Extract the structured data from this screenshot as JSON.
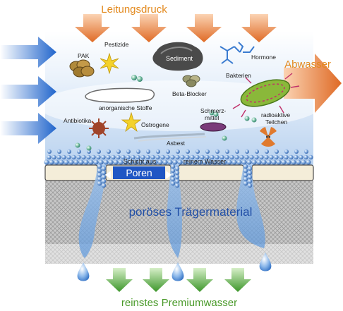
{
  "diagram": {
    "title_top": "Leitungsdruck",
    "side_label": "Abwasser",
    "bottom_label": "reinstes Premiumwasser",
    "support_label": "poröses Trägermaterial",
    "pores_label": "Poren",
    "layer_label": {
      "line1_left": "Schicht aus",
      "line1_right": "reinem Wasser"
    },
    "contaminants": {
      "pak": "PAK",
      "pestizide": "Pestizide",
      "sediment": "Sediment",
      "hormone": "Hormone",
      "bakterien": "Bakterien",
      "anorganische": "anorganische Stoffe",
      "betablocker": "Beta-Blocker",
      "antibiotika": "Antibiotika",
      "oestrogene": "Östrogene",
      "schmerz_1": "Schmerz-",
      "schmerz_2": "mittel",
      "radio_1": "radioaktive",
      "radio_2": "Teilchen",
      "asbest": "Asbest"
    },
    "colors": {
      "orange_text": "#e38a1f",
      "green_text": "#4a9a2a",
      "blue_text": "#2250a8",
      "arrow_orange": "#e0752e",
      "arrow_blue": "#2a6ad0",
      "arrow_green": "#3f9a2e"
    }
  }
}
